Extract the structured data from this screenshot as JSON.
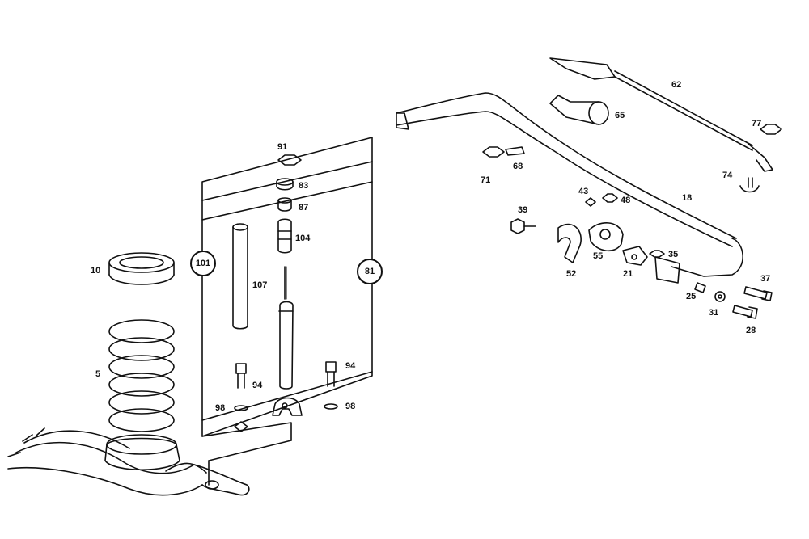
{
  "diagram": {
    "group_markers": [
      {
        "id": "g101",
        "label": "101"
      },
      {
        "id": "g81",
        "label": "81"
      }
    ],
    "parts": [
      {
        "id": "p5",
        "label": "5"
      },
      {
        "id": "p10",
        "label": "10"
      },
      {
        "id": "p18",
        "label": "18"
      },
      {
        "id": "p21",
        "label": "21"
      },
      {
        "id": "p25",
        "label": "25"
      },
      {
        "id": "p28",
        "label": "28"
      },
      {
        "id": "p31",
        "label": "31"
      },
      {
        "id": "p35",
        "label": "35"
      },
      {
        "id": "p37",
        "label": "37"
      },
      {
        "id": "p39",
        "label": "39"
      },
      {
        "id": "p43",
        "label": "43"
      },
      {
        "id": "p48",
        "label": "48"
      },
      {
        "id": "p52",
        "label": "52"
      },
      {
        "id": "p55",
        "label": "55"
      },
      {
        "id": "p62",
        "label": "62"
      },
      {
        "id": "p65",
        "label": "65"
      },
      {
        "id": "p68",
        "label": "68"
      },
      {
        "id": "p71",
        "label": "71"
      },
      {
        "id": "p74",
        "label": "74"
      },
      {
        "id": "p77",
        "label": "77"
      },
      {
        "id": "p81",
        "label": "81"
      },
      {
        "id": "p83",
        "label": "83"
      },
      {
        "id": "p87",
        "label": "87"
      },
      {
        "id": "p91",
        "label": "91"
      },
      {
        "id": "p94a",
        "label": "94"
      },
      {
        "id": "p94b",
        "label": "94"
      },
      {
        "id": "p98a",
        "label": "98"
      },
      {
        "id": "p98b",
        "label": "98"
      },
      {
        "id": "p104",
        "label": "104"
      },
      {
        "id": "p107",
        "label": "107"
      }
    ]
  }
}
